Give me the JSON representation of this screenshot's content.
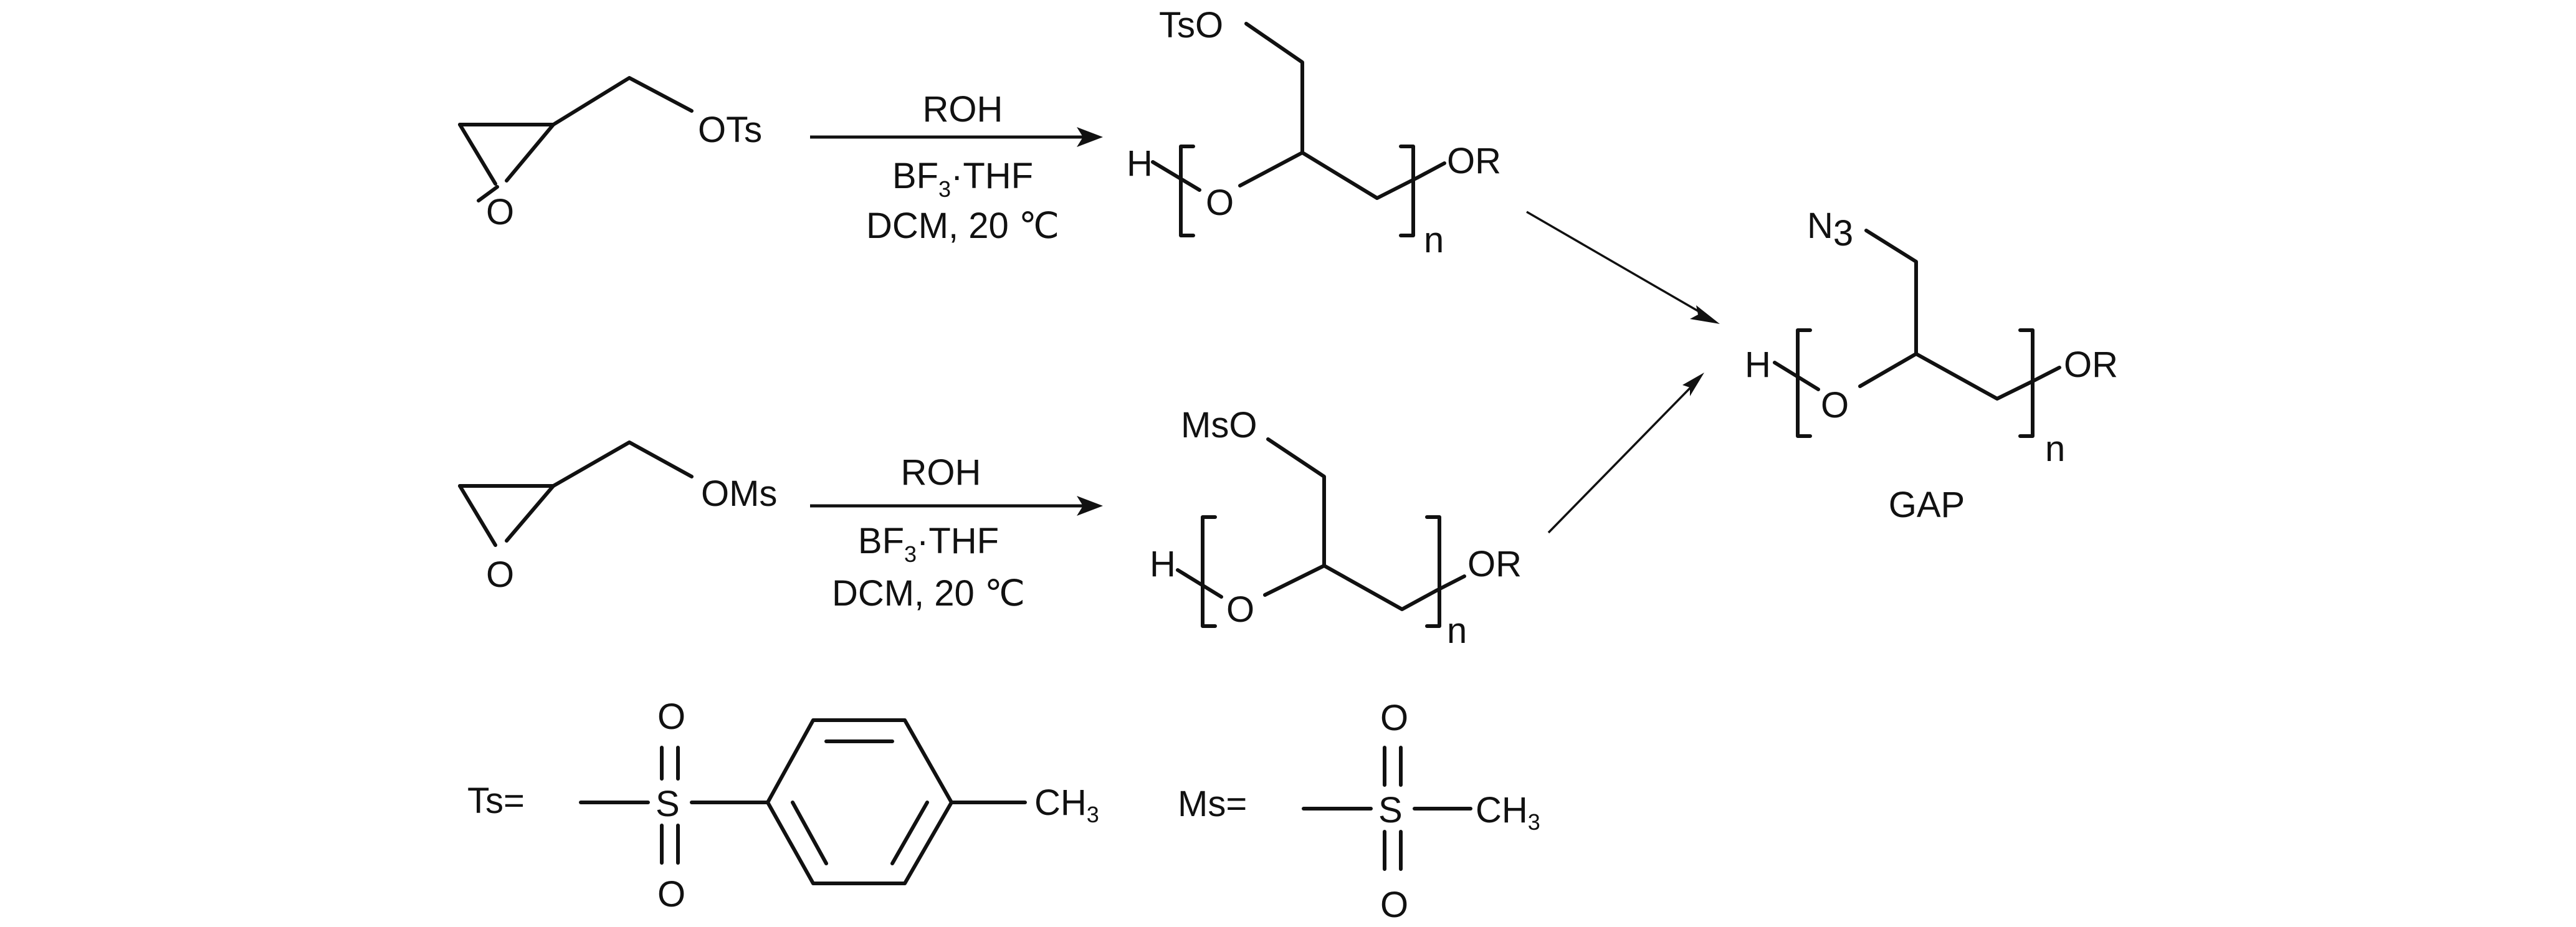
{
  "scheme": {
    "reactant_1": {
      "o_label": "O",
      "group_label": "OTs"
    },
    "reactant_2": {
      "o_label": "O",
      "group_label": "OMs"
    },
    "conditions_1": {
      "reagent": "ROH",
      "catalyst_main": "BF",
      "catalyst_sub": "3",
      "catalyst_rest": "·THF",
      "solvent_temp": "DCM, 20 ℃"
    },
    "conditions_2": {
      "reagent": "ROH",
      "catalyst_main": "BF",
      "catalyst_sub": "3",
      "catalyst_rest": "·THF",
      "solvent_temp": "DCM, 20 ℃"
    },
    "product_1": {
      "side_group": "TsO",
      "h_end": "H",
      "o_label": "O",
      "or_end": "OR",
      "repeat": "n"
    },
    "product_2": {
      "side_group": "MsO",
      "h_end": "H",
      "o_label": "O",
      "or_end": "OR",
      "repeat": "n"
    },
    "gap": {
      "azide_main": "N",
      "azide_sub": "3",
      "h_end": "H",
      "o_label": "O",
      "or_end": "OR",
      "repeat": "n",
      "name": "GAP"
    },
    "ts_definition": {
      "prefix": "Ts=",
      "s_label": "S",
      "o_top": "O",
      "o_bottom": "O",
      "methyl_main": "CH",
      "methyl_sub": "3"
    },
    "ms_definition": {
      "prefix": "Ms=",
      "s_label": "S",
      "o_top": "O",
      "o_bottom": "O",
      "methyl_main": "CH",
      "methyl_sub": "3"
    }
  }
}
